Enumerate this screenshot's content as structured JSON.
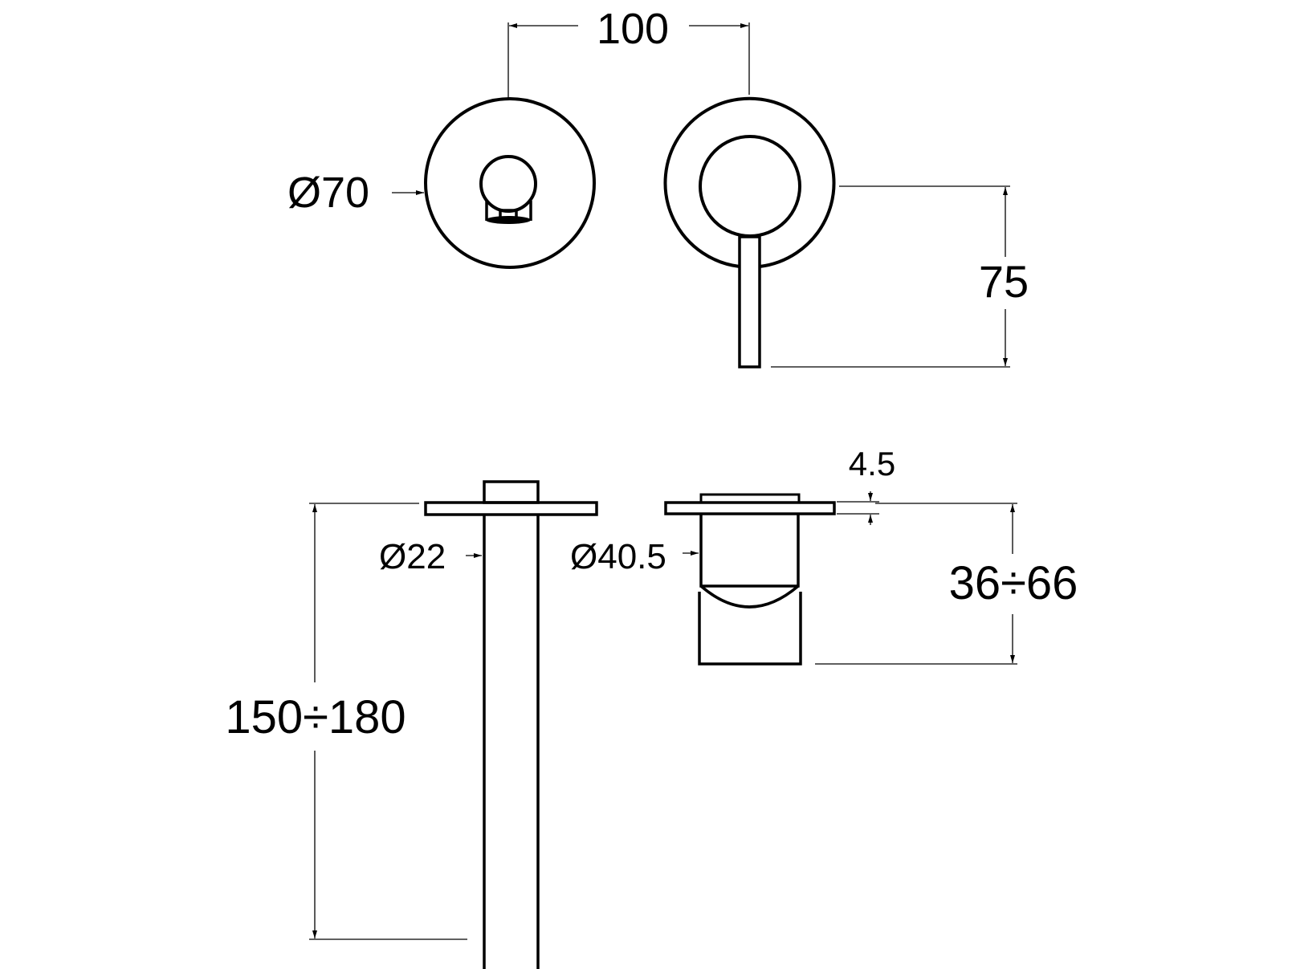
{
  "drawing": {
    "line_color": "#000000",
    "background": "#ffffff",
    "dimensions": {
      "spacing": "100",
      "plate_diameter": "Ø70",
      "lever_height": "75",
      "flange_thickness": "4.5",
      "spout_diameter": "Ø22",
      "body_diameter": "Ø40.5",
      "spout_length": "150÷180",
      "body_depth": "36÷66"
    }
  }
}
